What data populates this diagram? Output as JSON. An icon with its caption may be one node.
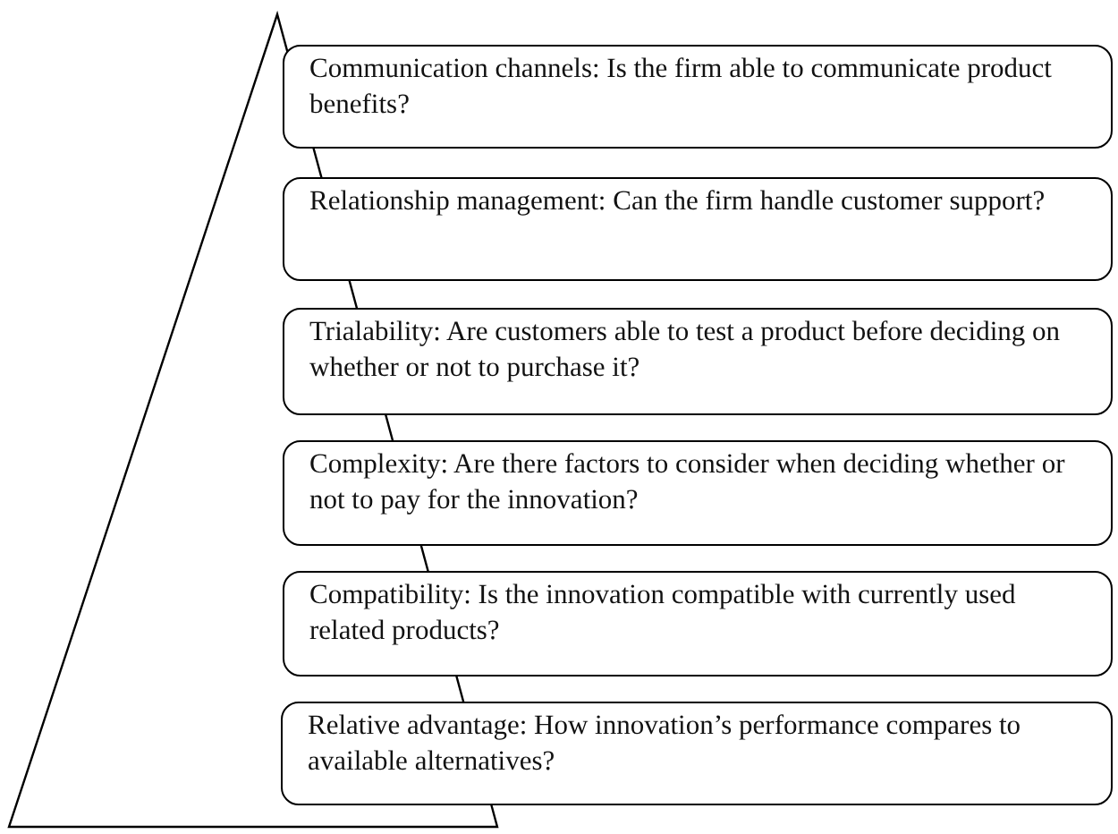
{
  "diagram": {
    "nodes": [
      {
        "text": [
          "Communication channels: Is the firm able to communicate product benefits?"
        ]
      },
      {
        "text": [
          "Relationship management: Can the firm handle customer support?"
        ]
      },
      {
        "text": [
          "Trialability: Are customers able to test a product before deciding on whether or not to purchase it?"
        ]
      },
      {
        "text": [
          "Complexity: Are there factors to consider when deciding whether or not to pay for the innovation?"
        ]
      },
      {
        "text": [
          "Compatibility: Is the innovation compatible with currently used related products?"
        ]
      },
      {
        "text": [
          "Relative advantage: How innovation’s performance compares to available alternatives?"
        ]
      }
    ]
  }
}
